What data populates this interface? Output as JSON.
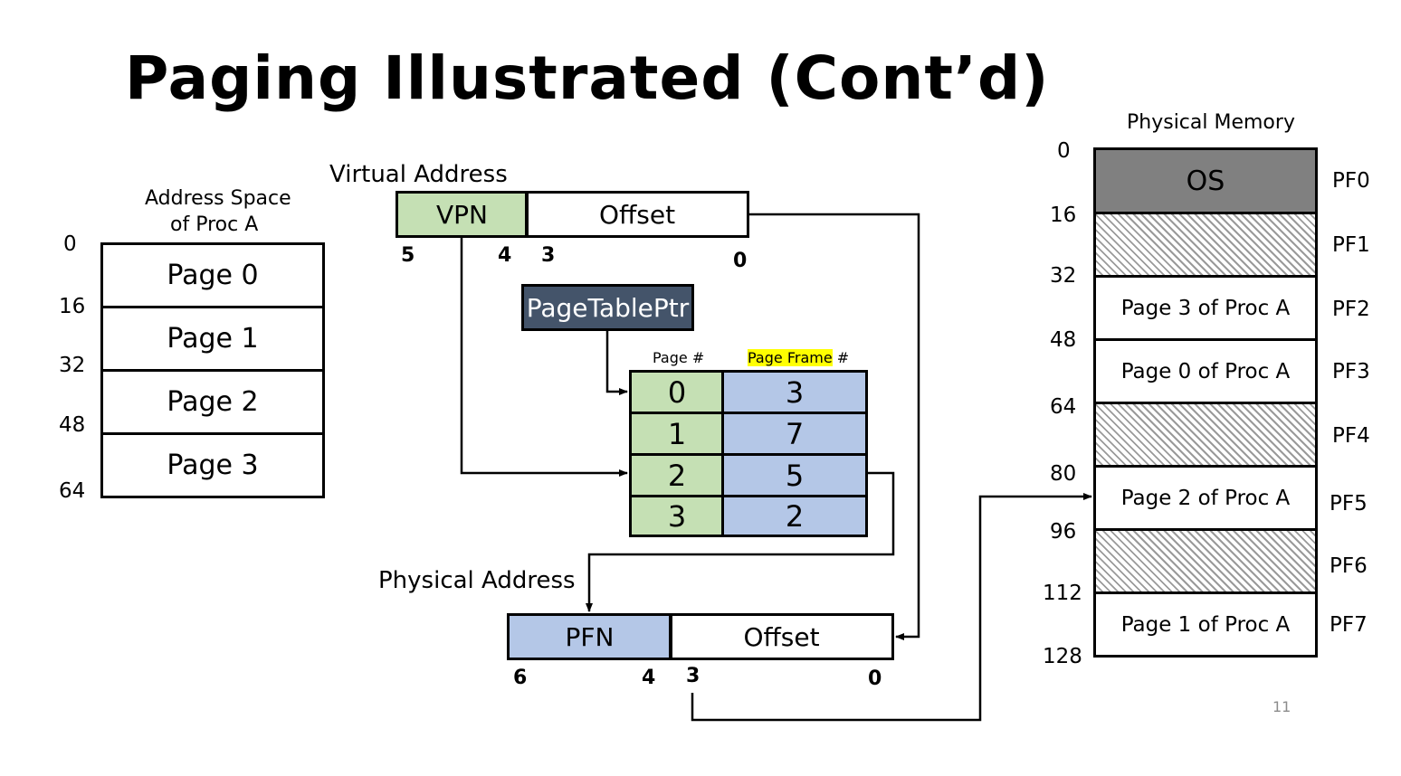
{
  "title": "Paging Illustrated (Cont’d)",
  "address_space": {
    "label_line1": "Address Space",
    "label_line2": "of Proc A",
    "pages": [
      "Page 0",
      "Page 1",
      "Page 2",
      "Page 3"
    ],
    "addresses": [
      "0",
      "16",
      "32",
      "48",
      "64"
    ]
  },
  "virtual_address": {
    "label": "Virtual Address",
    "vpn": "VPN",
    "offset": "Offset",
    "bits": [
      "5",
      "4",
      "3",
      "0"
    ]
  },
  "page_table_ptr": "PageTablePtr",
  "page_table": {
    "header_page": "Page #",
    "header_frame_hl": "Page Frame",
    "header_frame_rest": " #",
    "rows": [
      {
        "page": "0",
        "frame": "3"
      },
      {
        "page": "1",
        "frame": "7"
      },
      {
        "page": "2",
        "frame": "5"
      },
      {
        "page": "3",
        "frame": "2"
      }
    ]
  },
  "physical_address": {
    "label": "Physical Address",
    "pfn": "PFN",
    "offset": "Offset",
    "bits": [
      "6",
      "4",
      "3",
      "0"
    ]
  },
  "physical_memory": {
    "label": "Physical Memory",
    "addresses": [
      "0",
      "16",
      "32",
      "48",
      "64",
      "80",
      "96",
      "112",
      "128"
    ],
    "frames": [
      {
        "name": "PF0",
        "content": "OS",
        "kind": "os"
      },
      {
        "name": "PF1",
        "content": "",
        "kind": "hatch"
      },
      {
        "name": "PF2",
        "content": "Page 3 of Proc A",
        "kind": "page"
      },
      {
        "name": "PF3",
        "content": "Page 0 of Proc A",
        "kind": "page"
      },
      {
        "name": "PF4",
        "content": "",
        "kind": "hatch"
      },
      {
        "name": "PF5",
        "content": "Page 2 of Proc A",
        "kind": "page"
      },
      {
        "name": "PF6",
        "content": "",
        "kind": "hatch"
      },
      {
        "name": "PF7",
        "content": "Page 1 of Proc A",
        "kind": "page"
      }
    ]
  },
  "slide_number": "11"
}
